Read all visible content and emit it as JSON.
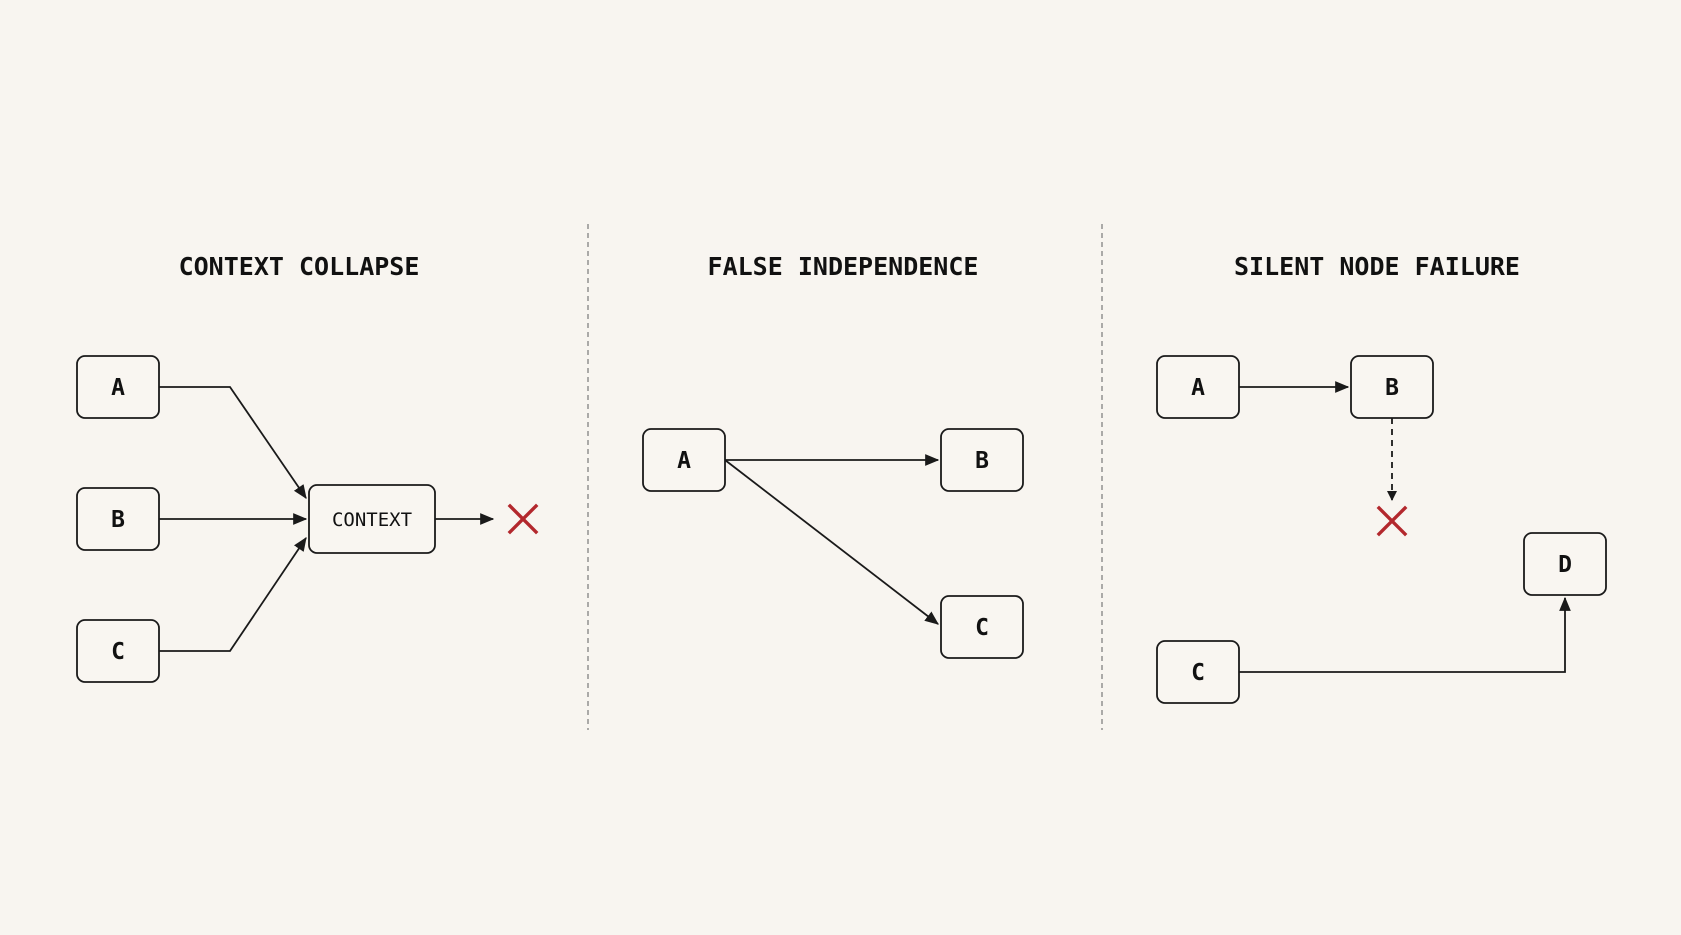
{
  "panels": [
    {
      "id": "context-collapse",
      "title": "CONTEXT COLLAPSE",
      "nodes": [
        {
          "id": "a",
          "label": "A"
        },
        {
          "id": "b",
          "label": "B"
        },
        {
          "id": "c",
          "label": "C"
        },
        {
          "id": "context",
          "label": "CONTEXT"
        }
      ],
      "edges": [
        {
          "from": "a",
          "to": "context",
          "style": "solid"
        },
        {
          "from": "b",
          "to": "context",
          "style": "solid"
        },
        {
          "from": "c",
          "to": "context",
          "style": "solid"
        },
        {
          "from": "context",
          "to": "failure",
          "style": "solid"
        }
      ],
      "failure_marker": "cross-icon"
    },
    {
      "id": "false-independence",
      "title": "FALSE INDEPENDENCE",
      "nodes": [
        {
          "id": "a",
          "label": "A"
        },
        {
          "id": "b",
          "label": "B"
        },
        {
          "id": "c",
          "label": "C"
        }
      ],
      "edges": [
        {
          "from": "a",
          "to": "b",
          "style": "solid"
        },
        {
          "from": "a",
          "to": "c",
          "style": "solid"
        }
      ]
    },
    {
      "id": "silent-node-failure",
      "title": "SILENT NODE FAILURE",
      "nodes": [
        {
          "id": "a",
          "label": "A"
        },
        {
          "id": "b",
          "label": "B"
        },
        {
          "id": "c",
          "label": "C"
        },
        {
          "id": "d",
          "label": "D"
        }
      ],
      "edges": [
        {
          "from": "a",
          "to": "b",
          "style": "solid"
        },
        {
          "from": "b",
          "to": "failure",
          "style": "dashed"
        },
        {
          "from": "c",
          "to": "d",
          "style": "solid"
        }
      ],
      "failure_marker": "cross-icon"
    }
  ],
  "colors": {
    "background": "#f8f5f0",
    "ink": "#111111",
    "failure": "#b3282d",
    "divider": "#8a8a8a"
  }
}
